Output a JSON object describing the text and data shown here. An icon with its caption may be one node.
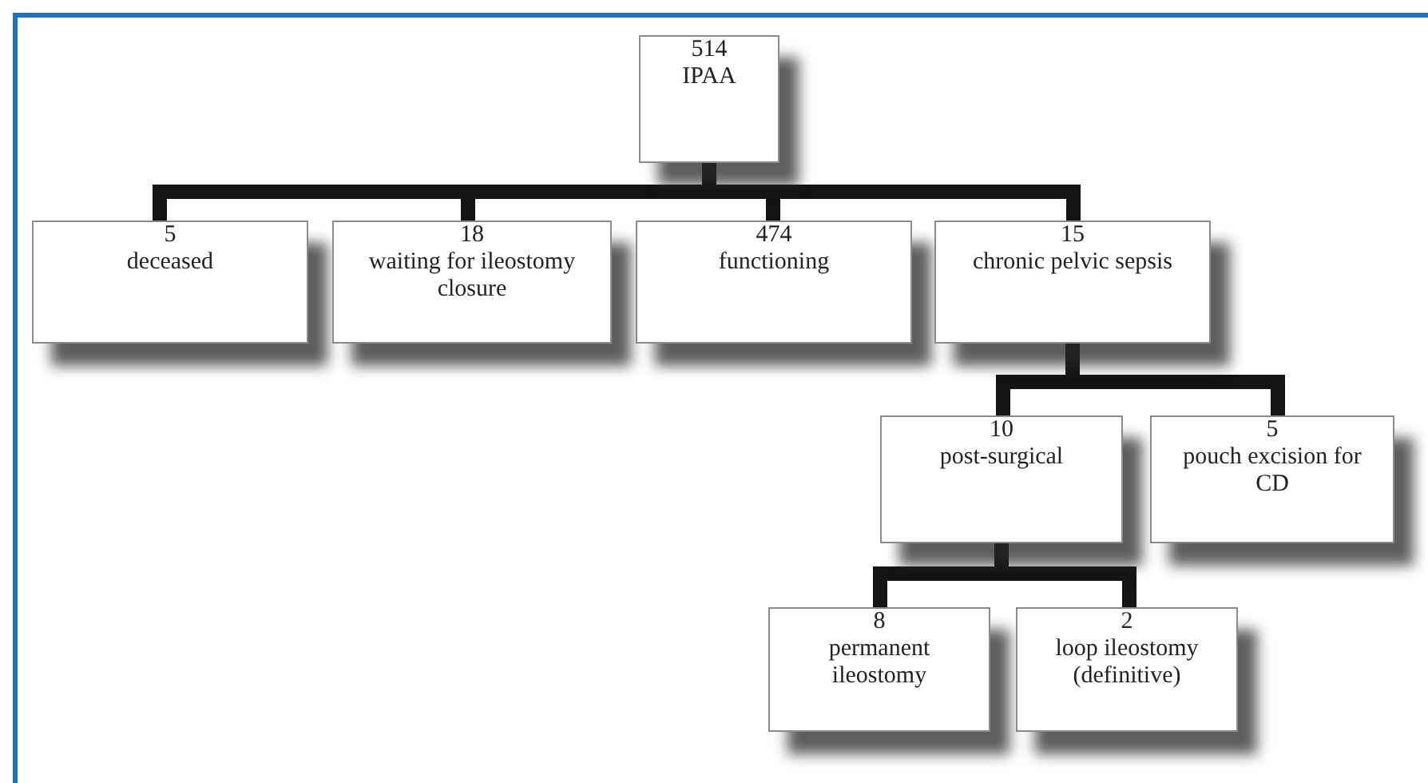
{
  "diagram": {
    "nodes": [
      {
        "text": [
          "514",
          "IPAA"
        ]
      },
      {
        "text": [
          "5",
          "deceased"
        ]
      },
      {
        "text": [
          "18",
          "waiting for ileostomy closure"
        ]
      },
      {
        "text": [
          "474",
          "functioning"
        ]
      },
      {
        "text": [
          "15",
          "chronic pelvic sepsis"
        ]
      },
      {
        "text": [
          "10",
          "post-surgical"
        ]
      },
      {
        "text": [
          "5",
          "pouch excision for CD"
        ]
      },
      {
        "text": [
          "8",
          "permanent ileostomy"
        ]
      },
      {
        "text": [
          "2",
          "loop ileostomy (definitive)"
        ]
      }
    ],
    "edges": [
      {
        "from": 0,
        "to": 1,
        "arrow": "none"
      },
      {
        "from": 0,
        "to": 2,
        "arrow": "none"
      },
      {
        "from": 0,
        "to": 3,
        "arrow": "none"
      },
      {
        "from": 0,
        "to": 4,
        "arrow": "none"
      },
      {
        "from": 4,
        "to": 5,
        "arrow": "none"
      },
      {
        "from": 4,
        "to": 6,
        "arrow": "none"
      },
      {
        "from": 5,
        "to": 7,
        "arrow": "none"
      },
      {
        "from": 5,
        "to": 8,
        "arrow": "none"
      }
    ]
  }
}
